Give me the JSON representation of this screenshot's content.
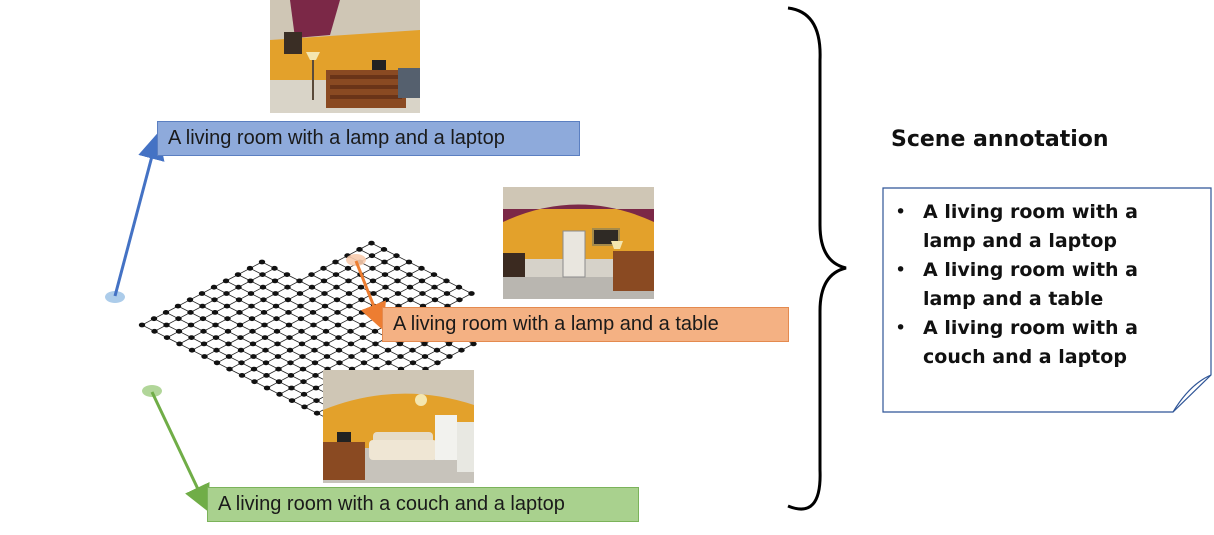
{
  "captions": {
    "blue": "A living room with a lamp and a laptop",
    "orange": "A living room with a lamp and a table",
    "green": "A living room with a couch and a laptop"
  },
  "annotation": {
    "title": "Scene annotation",
    "items": [
      "A living room with a lamp and a laptop",
      "A living room with a lamp and a table",
      "A living room with a couch and a laptop"
    ]
  },
  "colors": {
    "blue": "#4472c4",
    "orange": "#ed7d31",
    "green": "#70ad47",
    "wall": "#e8a12a",
    "ceiling": "#c9bfae",
    "trim": "#7a2a4a"
  }
}
